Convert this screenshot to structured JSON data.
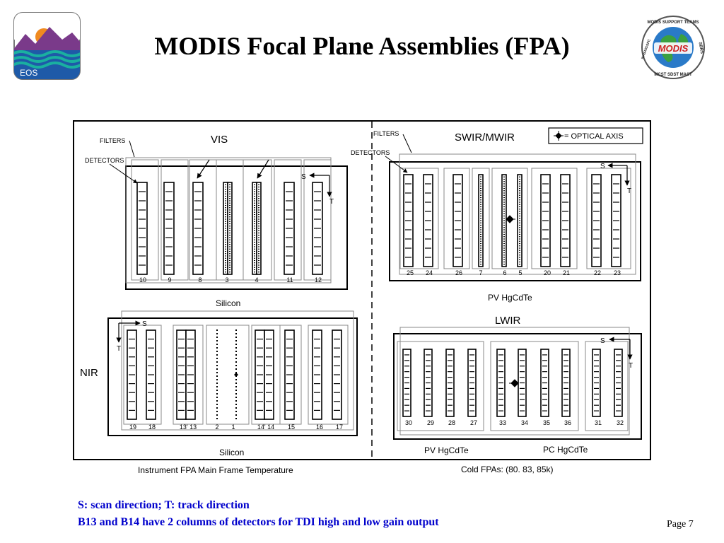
{
  "title": "MODIS Focal Plane Assemblies (FPA)",
  "logos": {
    "eos_text": "EOS",
    "modis_text": "MODIS",
    "modis_ring_top": "MODIS SUPPORT TEAMS",
    "modis_ring_left": "NASA/GSFC",
    "modis_ring_right": "SBRS",
    "modis_ring_bottom": "MCST SDST MAST"
  },
  "diagram": {
    "vis": {
      "title": "VIS",
      "filters_label": "FILTERS",
      "detectors_label": "DETECTORS",
      "scan_label": "S",
      "track_label": "T",
      "material": "Silicon",
      "bands": [
        "10",
        "9",
        "8",
        "3",
        "4",
        "11",
        "12"
      ]
    },
    "nir": {
      "title": "NIR",
      "scan_label": "S",
      "track_label": "T",
      "material": "Silicon",
      "bands": [
        "19",
        "18",
        "13' 13",
        "2",
        "1",
        "14' 14",
        "15",
        "16",
        "17"
      ]
    },
    "swir": {
      "title": "SWIR/MWIR",
      "filters_label": "FILTERS",
      "detectors_label": "DETECTORS",
      "scan_label": "S",
      "track_label": "T",
      "material": "PV HgCdTe",
      "bands": [
        "25",
        "24",
        "26",
        "7",
        "6",
        "5",
        "20",
        "21",
        "22",
        "23"
      ]
    },
    "lwir": {
      "title": "LWIR",
      "scan_label": "S",
      "track_label": "T",
      "material_pv": "PV HgCdTe",
      "material_pc": "PC HgCdTe",
      "bands": [
        "30",
        "29",
        "28",
        "27",
        "33",
        "34",
        "35",
        "36",
        "31",
        "32"
      ]
    },
    "optical_axis_label": "= OPTICAL AXIS",
    "left_caption": "Instrument FPA Main Frame Temperature",
    "right_caption": "Cold FPAs: (80. 83, 85k)"
  },
  "notes": {
    "line1": "S: scan direction;  T: track direction",
    "line2": "B13 and B14 have 2 columns of detectors for TDI high and low gain output"
  },
  "page_label": "Page 7",
  "colors": {
    "note_text": "#0000cc",
    "eos_blue": "#1e5aa8",
    "eos_sea": "#1a9a8a",
    "eos_mountain": "#7a3a8a",
    "eos_sun": "#f08a20"
  }
}
